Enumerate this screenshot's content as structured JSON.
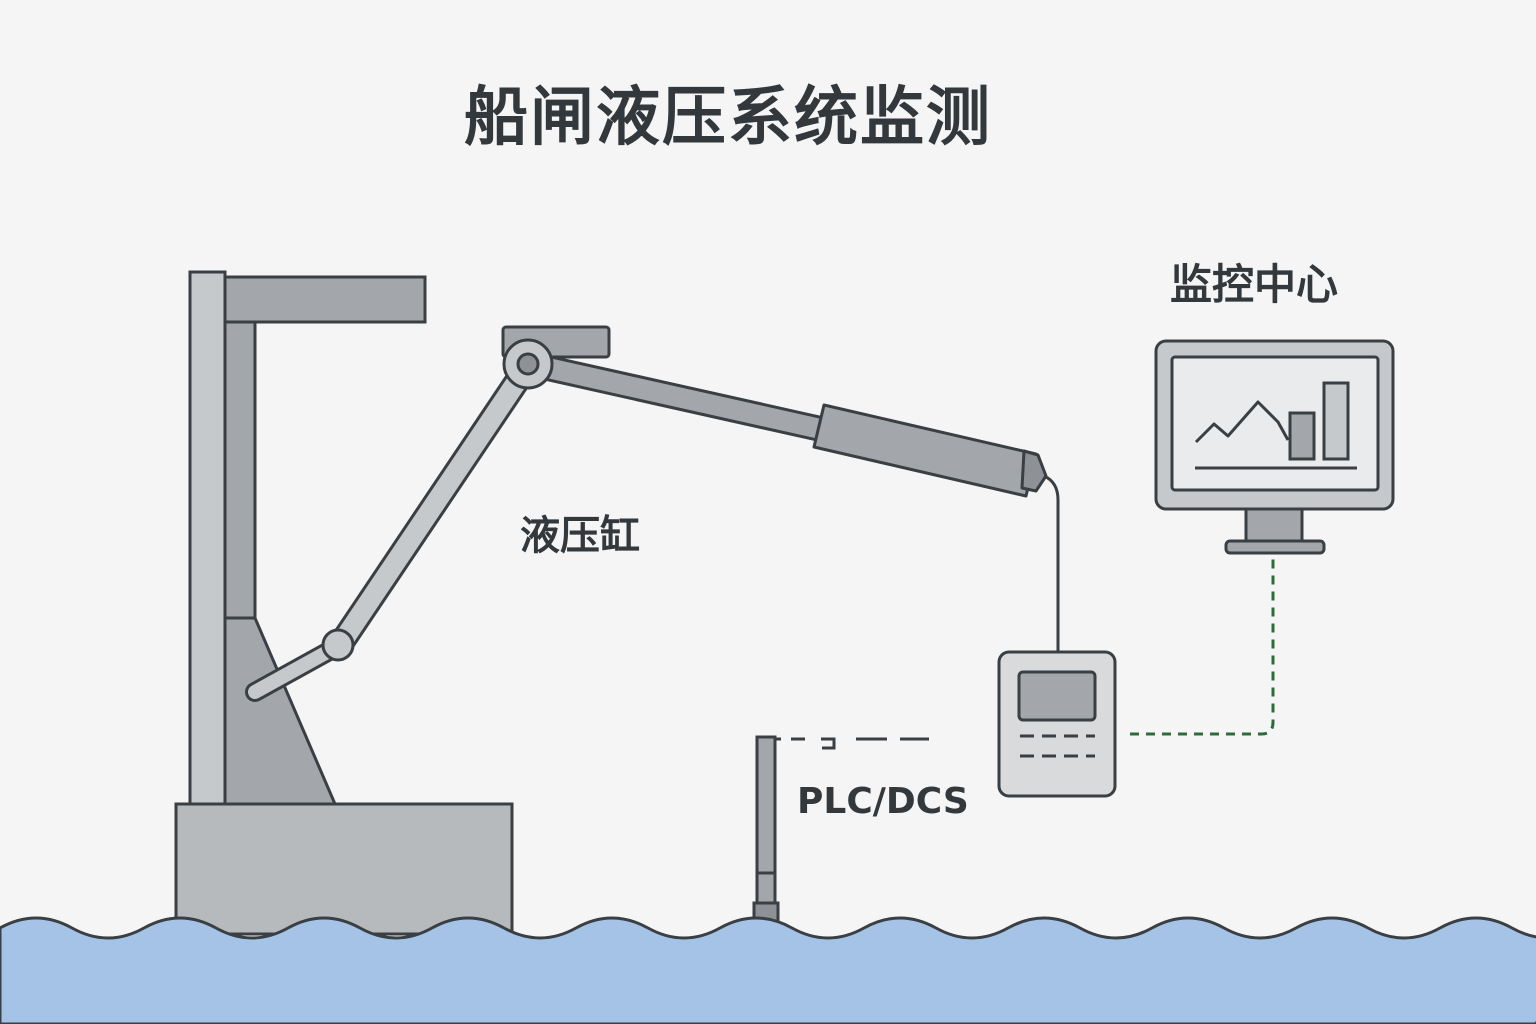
{
  "diagram": {
    "title": "船闸液压系统监测",
    "labels": {
      "monitoring_center": "监控中心",
      "hydraulic_cylinder": "液压缸",
      "plc_dcs": "PLC/DCS"
    },
    "colors": {
      "background": "#f5f5f5",
      "stroke": "#3a3f44",
      "steel_light": "#c6c9cc",
      "steel_mid": "#a3a7ac",
      "steel_dark": "#8e9297",
      "water": "#a4c3e6",
      "data_link": "#2e6b3a",
      "screen": "#e9ebec"
    }
  }
}
